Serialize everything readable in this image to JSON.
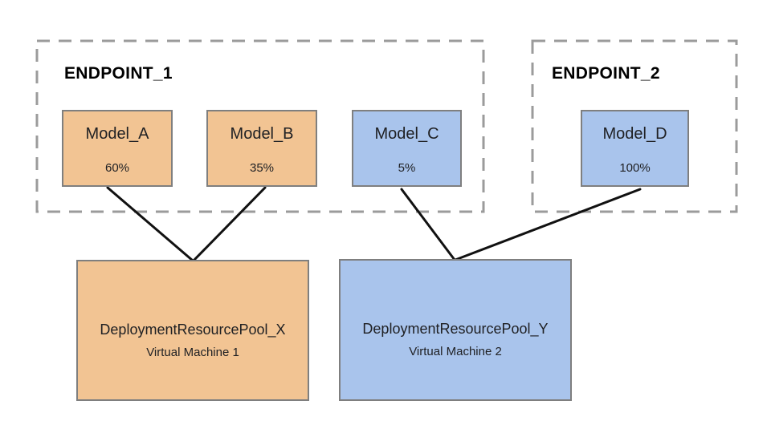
{
  "colors": {
    "background": "#ffffff",
    "model_orange": "#f2c493",
    "model_blue": "#a9c4ec",
    "box_border": "#7f7f7f",
    "dashed_border": "#9b9b9b",
    "connector": "#111111",
    "text": "#202124"
  },
  "endpoints": {
    "endpoint_1": {
      "label": "ENDPOINT_1"
    },
    "endpoint_2": {
      "label": "ENDPOINT_2"
    }
  },
  "models": {
    "model_a": {
      "label": "Model_A",
      "traffic_split": "60%",
      "color": "#f2c493",
      "endpoint": "ENDPOINT_1"
    },
    "model_b": {
      "label": "Model_B",
      "traffic_split": "35%",
      "color": "#f2c493",
      "endpoint": "ENDPOINT_1"
    },
    "model_c": {
      "label": "Model_C",
      "traffic_split": "5%",
      "color": "#a9c4ec",
      "endpoint": "ENDPOINT_1"
    },
    "model_d": {
      "label": "Model_D",
      "traffic_split": "100%",
      "color": "#a9c4ec",
      "endpoint": "ENDPOINT_2"
    }
  },
  "pools": {
    "pool_x": {
      "label": "DeploymentResourcePool_X",
      "machine": "Virtual Machine 1",
      "color": "#f2c493"
    },
    "pool_y": {
      "label": "DeploymentResourcePool_Y",
      "machine": "Virtual Machine 2",
      "color": "#a9c4ec"
    }
  },
  "edges": [
    {
      "from": "Model_A",
      "to": "DeploymentResourcePool_X"
    },
    {
      "from": "Model_B",
      "to": "DeploymentResourcePool_X"
    },
    {
      "from": "Model_C",
      "to": "DeploymentResourcePool_Y"
    },
    {
      "from": "Model_D",
      "to": "DeploymentResourcePool_Y"
    }
  ]
}
